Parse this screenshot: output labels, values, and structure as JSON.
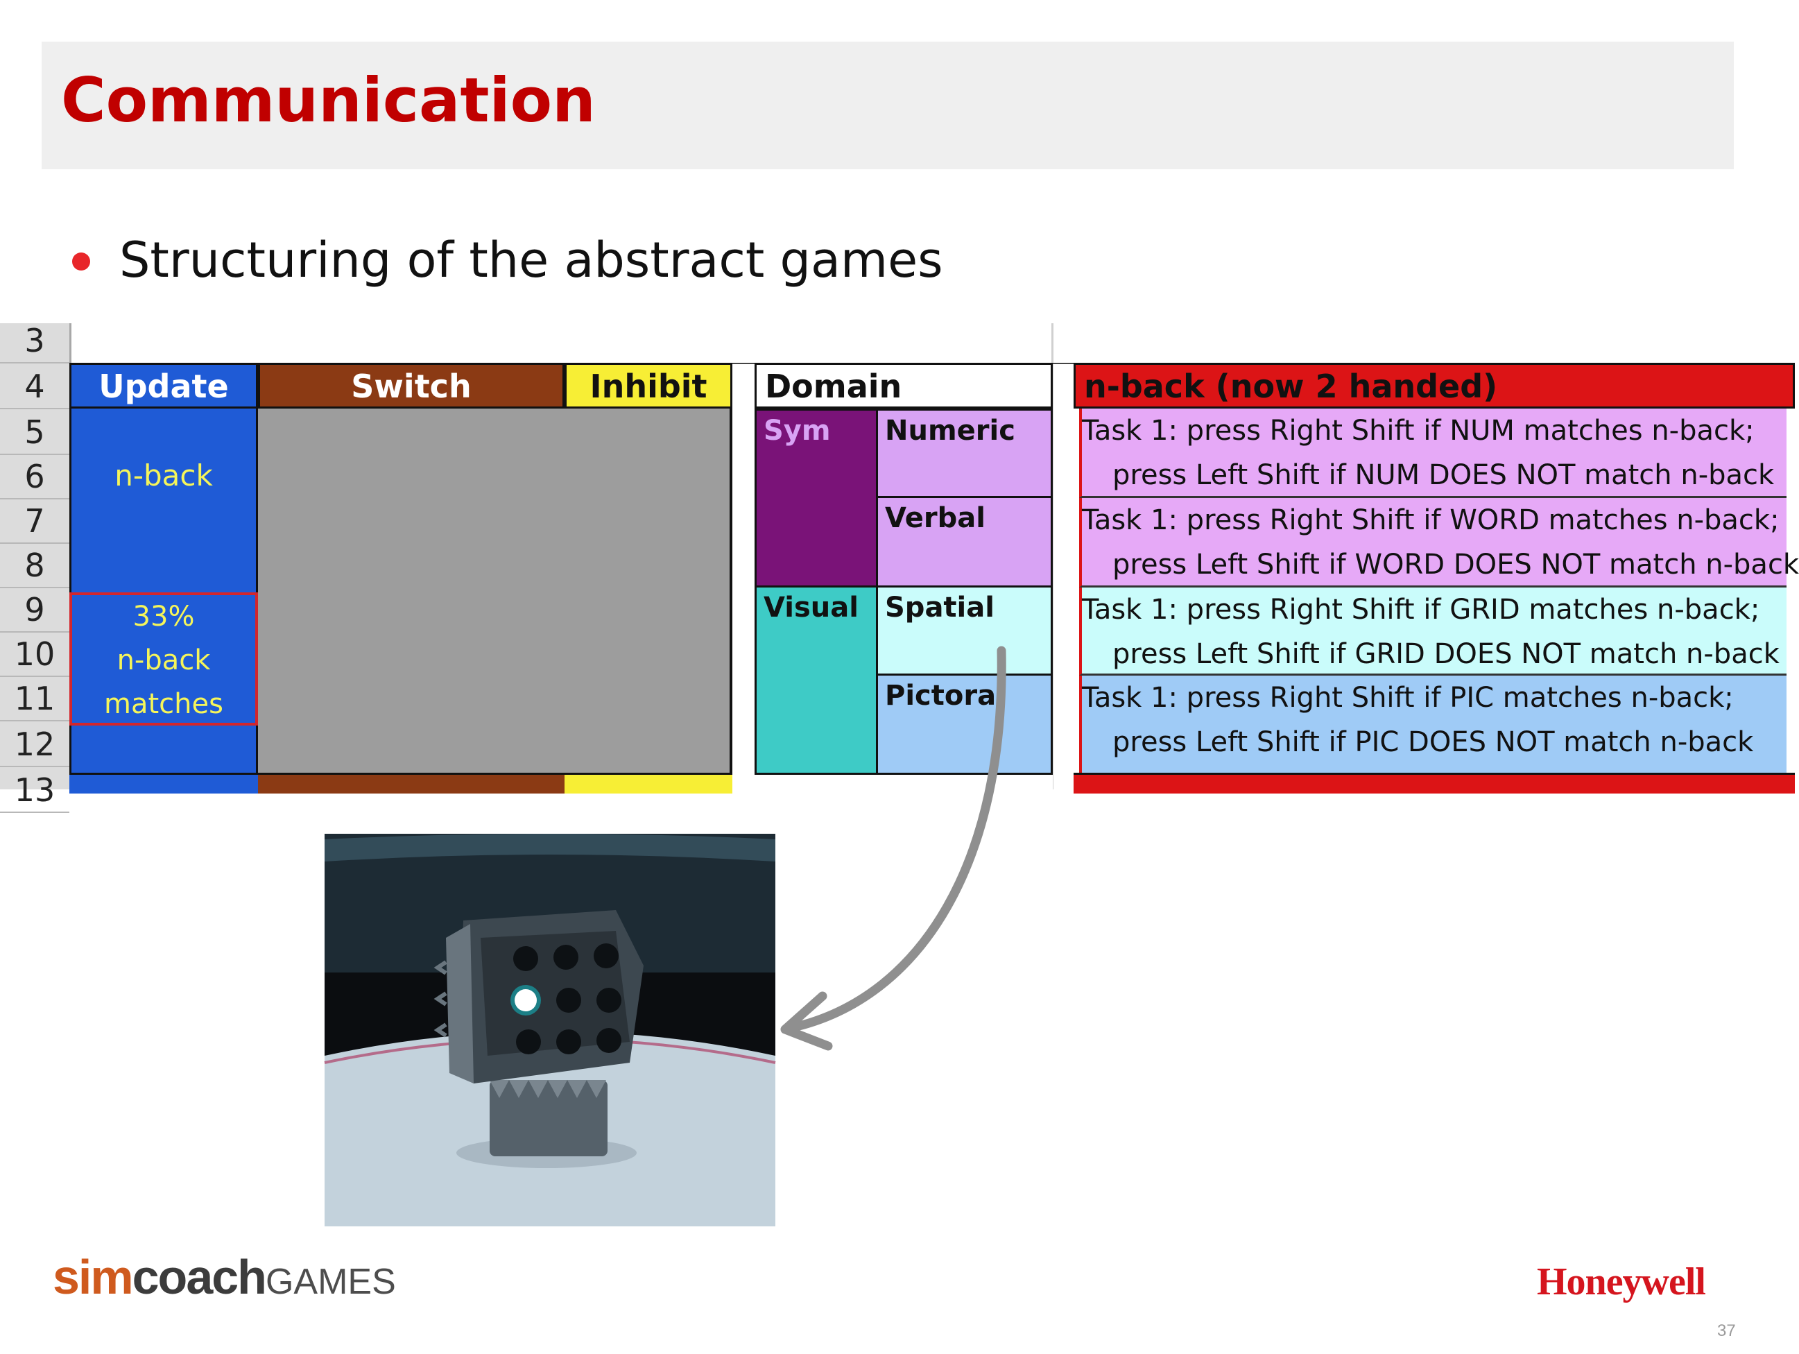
{
  "slide": {
    "title": "Communication",
    "bullet": "Structuring of the abstract games",
    "page_number": "37"
  },
  "sheet": {
    "row_numbers": [
      "3",
      "4",
      "5",
      "6",
      "7",
      "8",
      "9",
      "10",
      "11",
      "12",
      "13"
    ],
    "headers": {
      "update": "Update",
      "switch": "Switch",
      "inhibit": "Inhibit",
      "domain": "Domain",
      "nback": "n-back (now 2 handed)"
    },
    "update_cells": {
      "nback": "n-back",
      "matches_line1": "33%",
      "matches_line2": "n-back",
      "matches_line3": "matches"
    },
    "domains": [
      {
        "group": "Sym",
        "items": [
          "Numeric",
          "Verbal"
        ]
      },
      {
        "group": "Visual",
        "items": [
          "Spatial",
          "Pictoral"
        ]
      }
    ],
    "tasks": [
      {
        "line1": "Task 1: press Right Shift if NUM matches n-back;",
        "line2": "press Left Shift if NUM DOES NOT match n-back"
      },
      {
        "line1": "Task 1: press Right Shift if WORD matches n-back;",
        "line2": "press Left Shift if WORD DOES NOT match n-back"
      },
      {
        "line1": "Task 1: press Right Shift if GRID matches n-back;",
        "line2": "press Left Shift if GRID DOES NOT match n-back"
      },
      {
        "line1": "Task 1: press Right Shift if PIC matches n-back;",
        "line2": "press Left Shift if PIC DOES NOT match n-back"
      }
    ],
    "colors": {
      "update_blue": "#1f5bd6",
      "switch_brown": "#8b3a14",
      "inhibit_yellow": "#f7ee35",
      "gray_area": "#9d9d9d",
      "sym_purple": "#7a1378",
      "sym_light": "#d8a3f4",
      "visual_teal": "#3ecbc6",
      "spatial_light": "#cafcfb",
      "pictoral_light": "#9fcbf6",
      "nback_red": "#dc1416",
      "label_yellow": "#f5f55a"
    }
  },
  "footer": {
    "simcoach_sim": "sim",
    "simcoach_coach": "coach",
    "simcoach_games": "GAMES",
    "honeywell": "Honeywell"
  }
}
